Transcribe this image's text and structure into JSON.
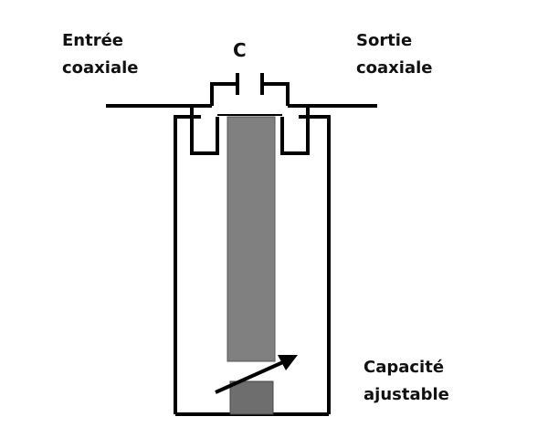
{
  "labels": {
    "input_line1": "Entrée",
    "input_line2": "coaxiale",
    "output_line1": "Sortie",
    "output_line2": "coaxiale",
    "capacitor": "C",
    "adjustable_line1": "Capacité",
    "adjustable_line2": "ajustable"
  },
  "colors": {
    "line": "#000000",
    "rod": "#808080",
    "stub": "#6e6e6e",
    "background": "#ffffff"
  }
}
